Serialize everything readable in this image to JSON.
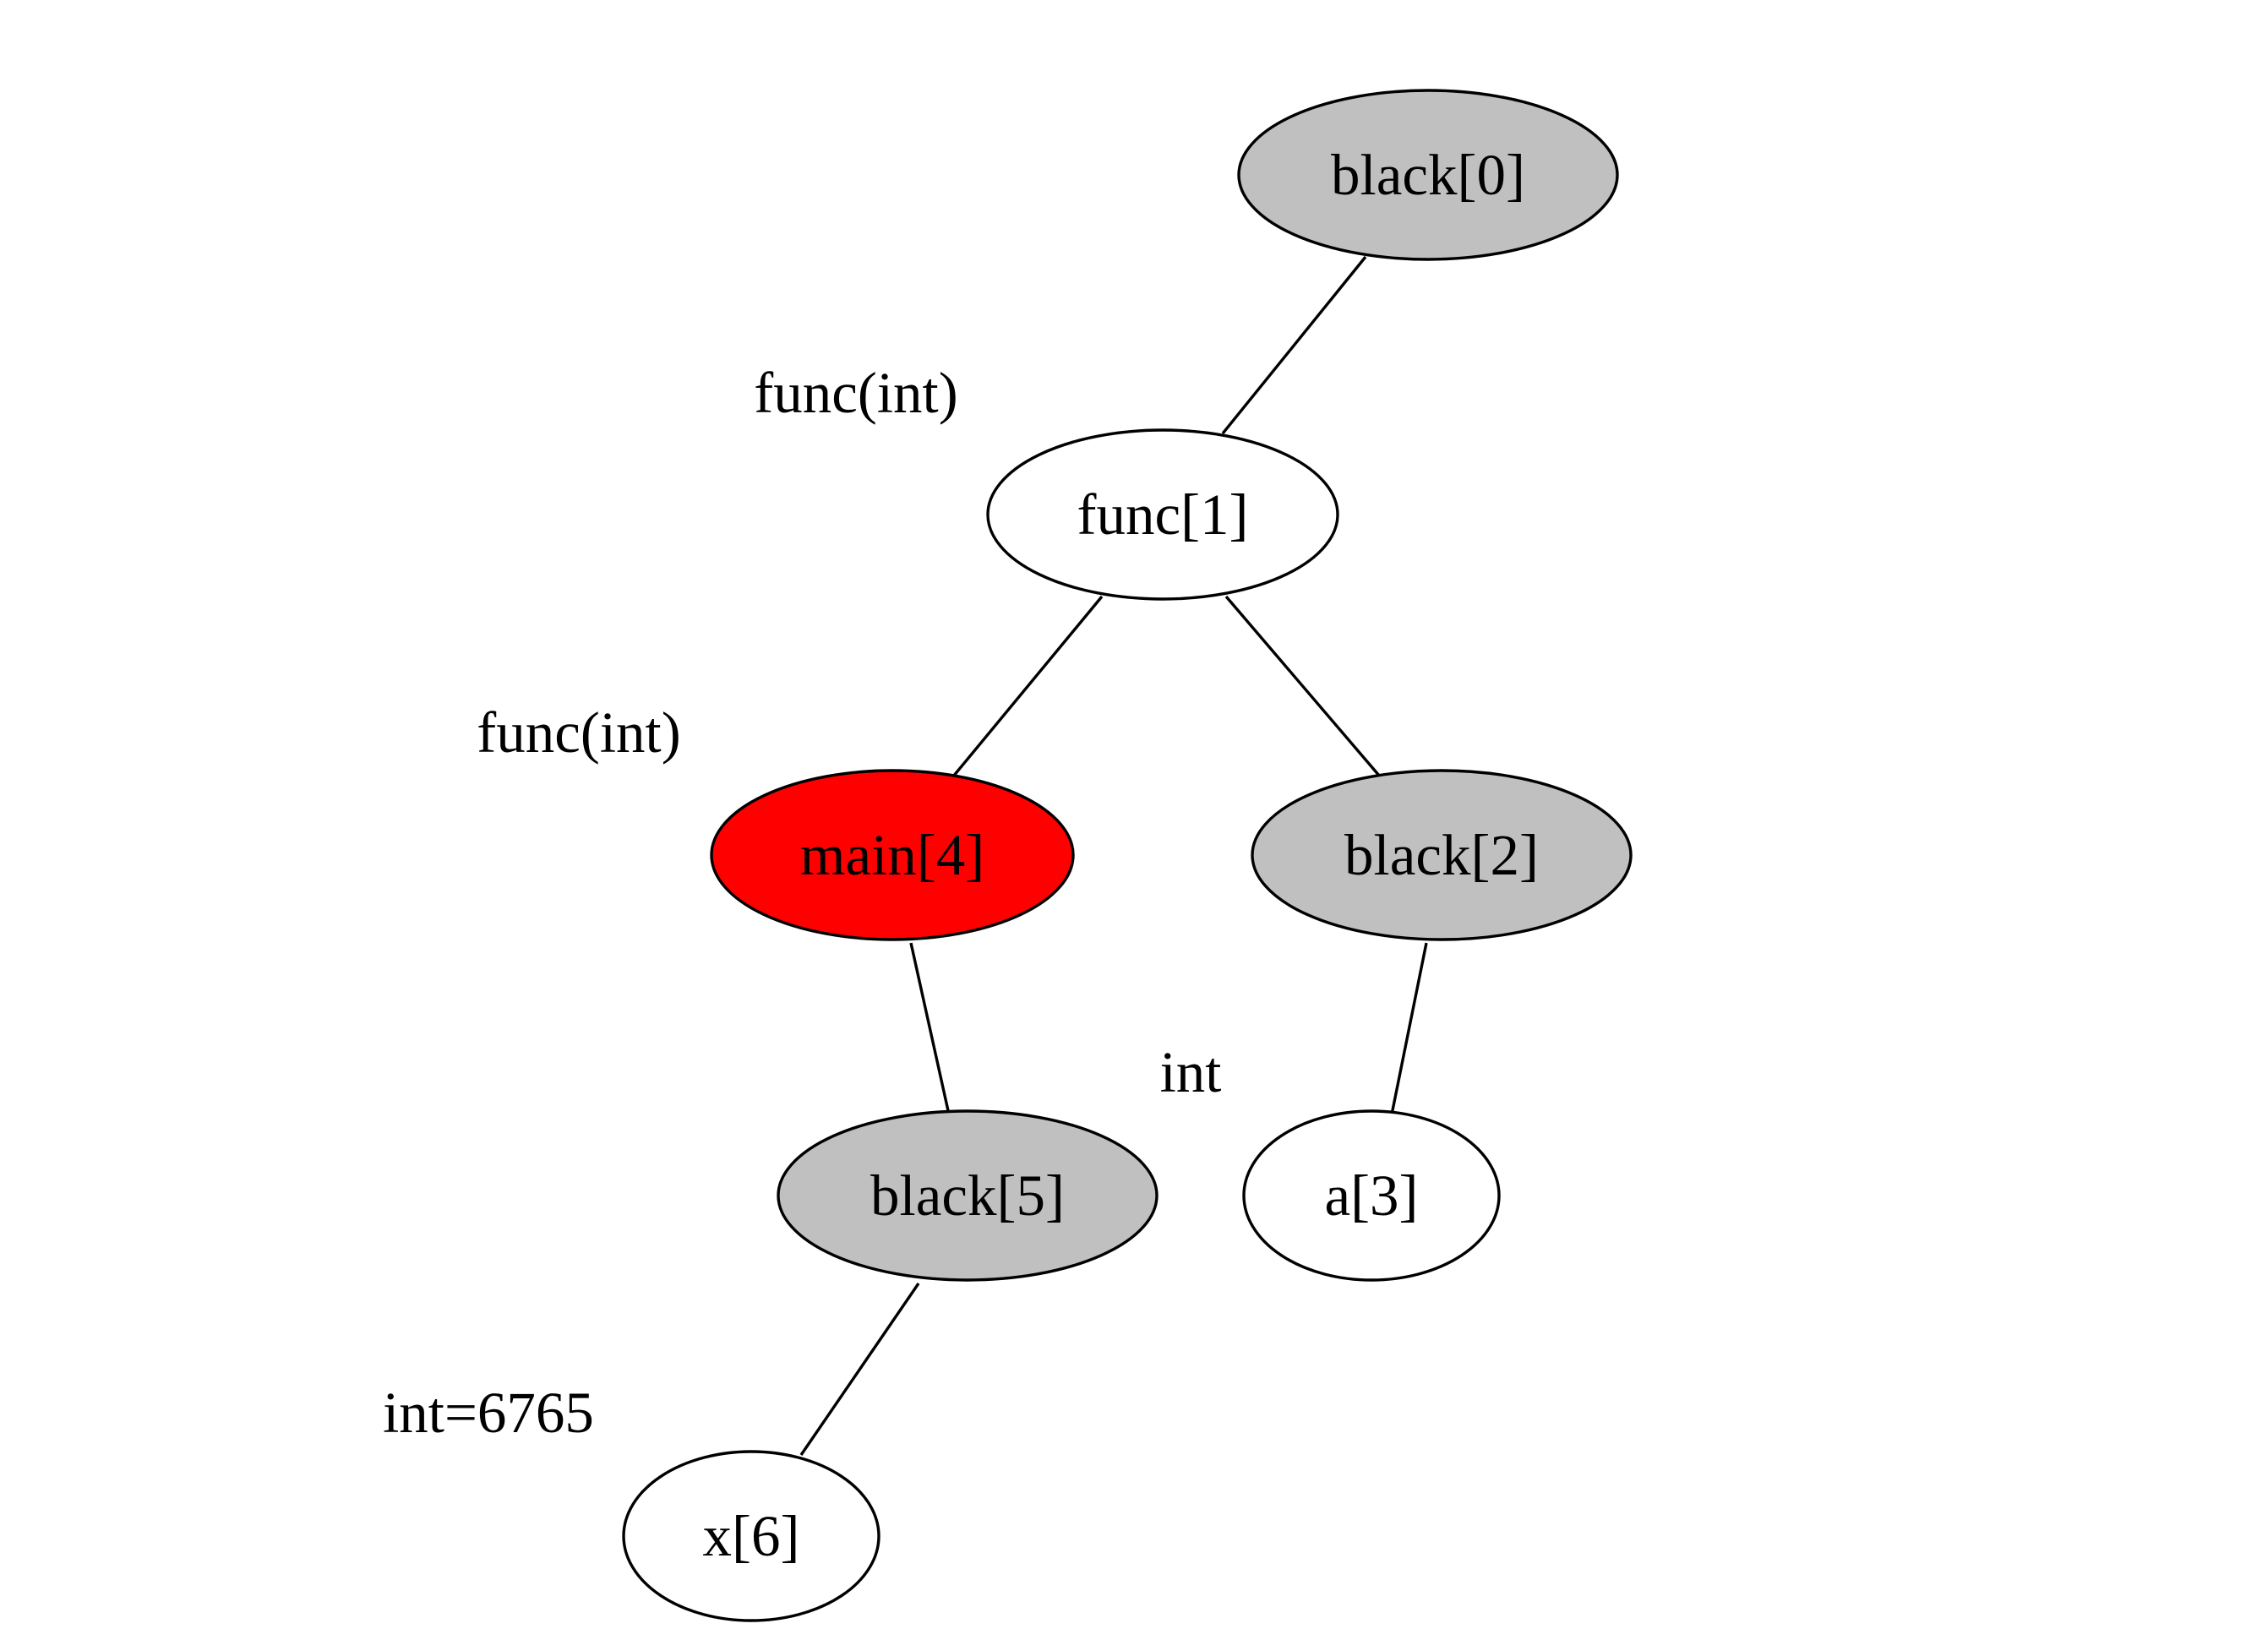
{
  "colors": {
    "red": "#ff0000",
    "gray": "#c0c0c0",
    "white": "#ffffff",
    "stroke": "#000000"
  },
  "nodes": {
    "black0": {
      "label": "black[0]",
      "fill": "gray"
    },
    "func1": {
      "label": "func[1]",
      "fill": "white"
    },
    "black2": {
      "label": "black[2]",
      "fill": "gray"
    },
    "a3": {
      "label": "a[3]",
      "fill": "white"
    },
    "main4": {
      "label": "main[4]",
      "fill": "red"
    },
    "black5": {
      "label": "black[5]",
      "fill": "gray"
    },
    "x6": {
      "label": "x[6]",
      "fill": "white"
    }
  },
  "edges": [
    {
      "from": "black0",
      "to": "func1"
    },
    {
      "from": "func1",
      "to": "main4"
    },
    {
      "from": "func1",
      "to": "black2"
    },
    {
      "from": "black2",
      "to": "a3"
    },
    {
      "from": "main4",
      "to": "black5"
    },
    {
      "from": "black5",
      "to": "x6"
    }
  ],
  "annotations": {
    "func1_type": "func(int)",
    "main4_type": "func(int)",
    "a3_type": "int",
    "x6_type": "int=6765"
  }
}
